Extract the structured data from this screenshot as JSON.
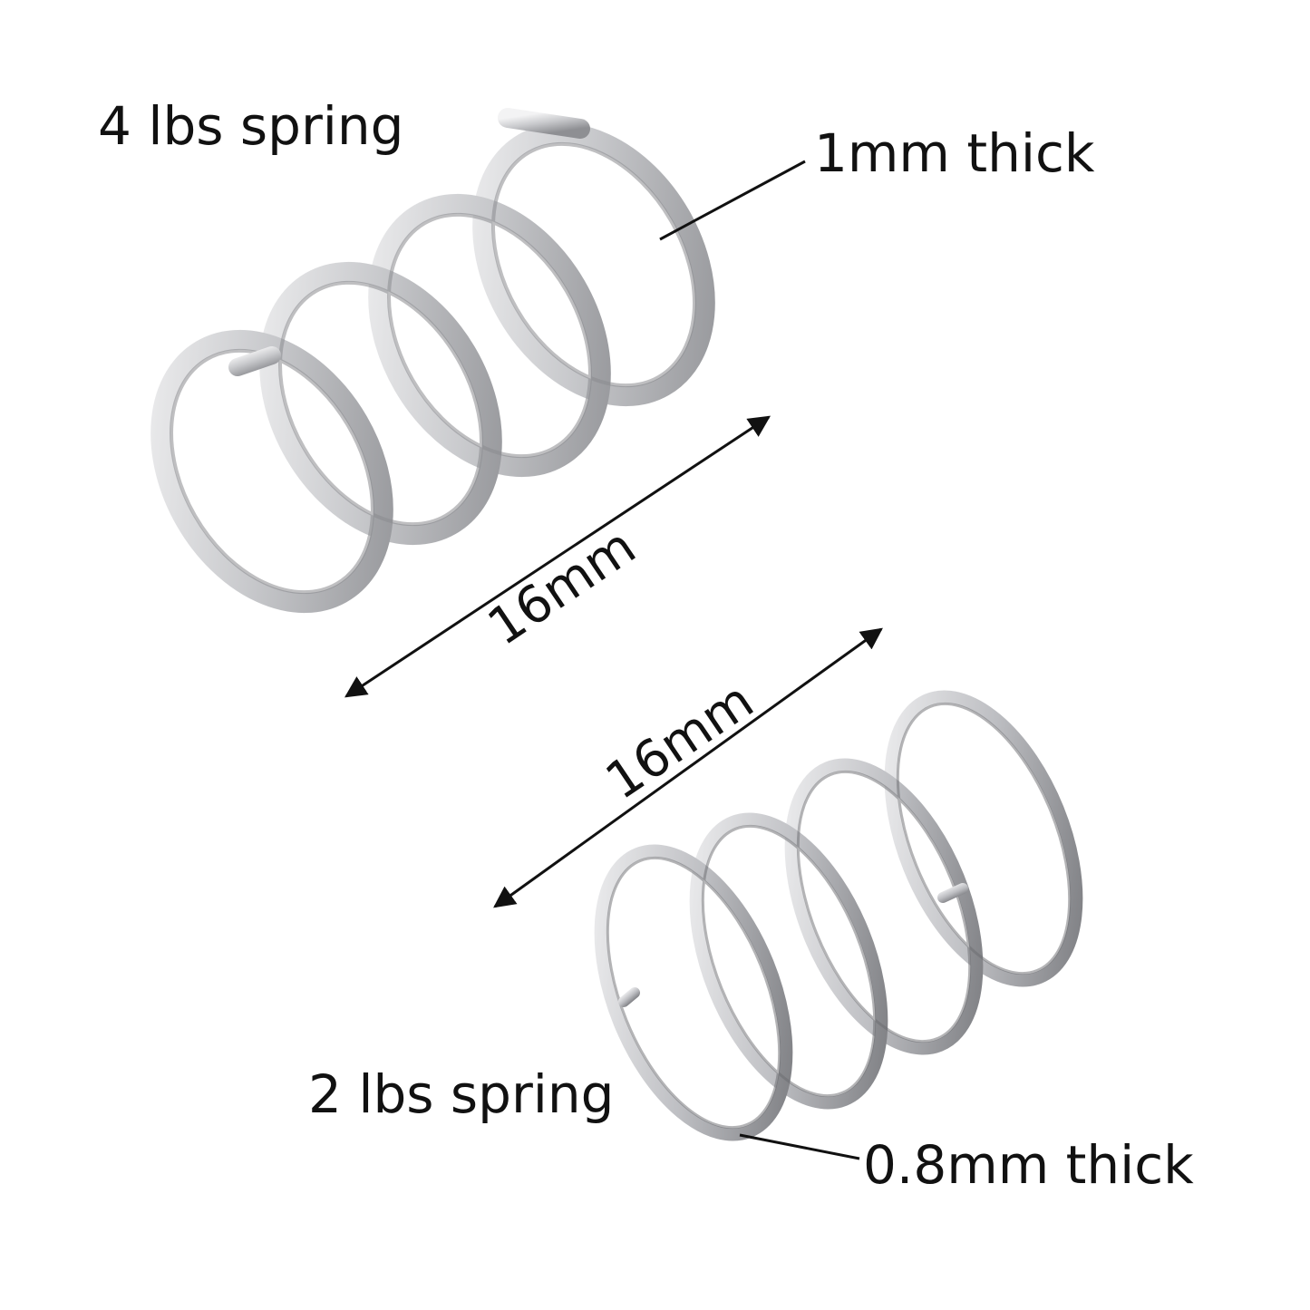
{
  "labels": {
    "spring_4": "4 lbs spring",
    "thick_1": "1mm thick",
    "dim_top": "16mm",
    "dim_bottom": "16mm",
    "spring_2": "2 lbs spring",
    "thick_08": "0.8mm thick"
  },
  "colors": {
    "background": "#ffffff",
    "text": "#111111",
    "wire_light": "#e8e8ea",
    "wire_mid": "#bfc0c4",
    "wire_dark": "#7b7c80"
  }
}
